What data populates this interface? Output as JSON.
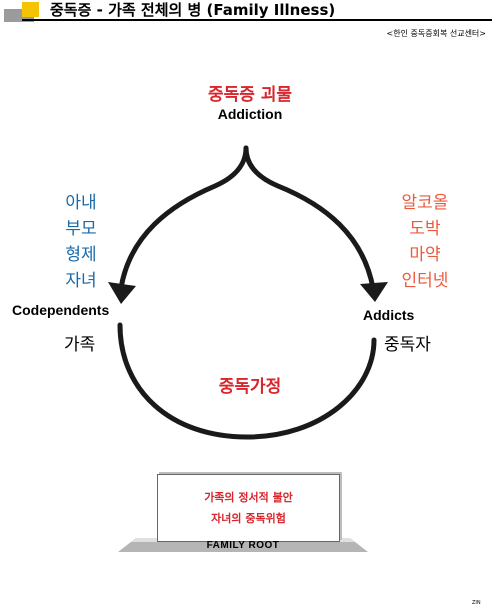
{
  "header": {
    "title": "중독증 - 가족 전체의 병 (Family Illness)",
    "subtitle": "<한인 중독증회복 선교센터>",
    "accent_color": "#f5c400"
  },
  "diagram": {
    "top": {
      "korean": "중독증 괴물",
      "english": "Addiction"
    },
    "left": {
      "list": [
        "아내",
        "부모",
        "형제",
        "자녀"
      ],
      "english": "Codependents",
      "korean": "가족"
    },
    "right": {
      "list": [
        "알코올",
        "도박",
        "마약",
        "인터넷"
      ],
      "english": "Addicts",
      "korean": "중독자"
    },
    "center": "중독가정",
    "root": {
      "line1": "가족의 정서적 불안",
      "line2": "자녀의 중독위험",
      "label": "FAMILY ROOT"
    },
    "colors": {
      "red": "#d7262c",
      "blue": "#1b6aa8",
      "salmon": "#ec5a3c"
    }
  },
  "footer": {
    "mark": "ZIN"
  }
}
